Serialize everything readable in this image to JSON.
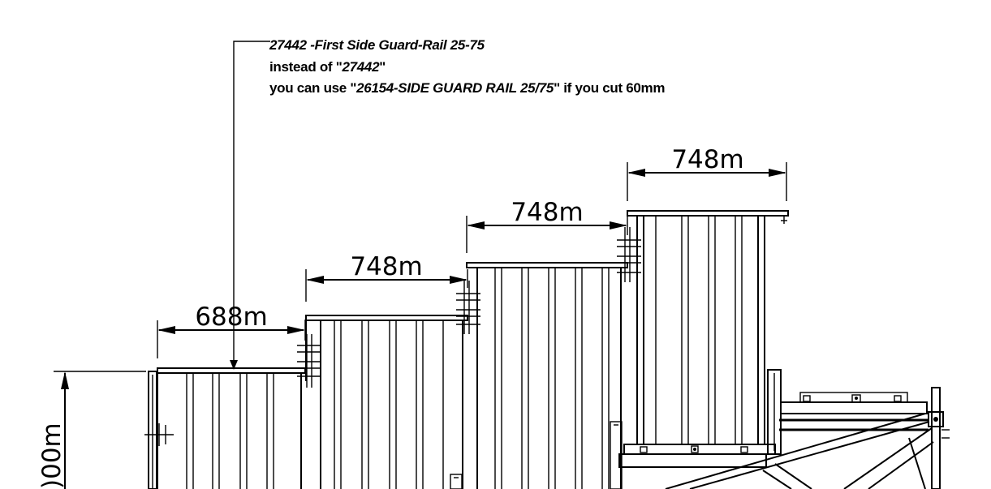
{
  "notes": {
    "line1": "27442 -First Side Guard-Rail 25-75",
    "line2_prefix": "instead of \"",
    "line2_code": "27442",
    "line2_suffix": "\"",
    "line3_prefix": "you can use \"",
    "line3_code": "26154-SIDE GUARD RAIL 25/75",
    "line3_suffix": "\" if you cut 60mm"
  },
  "dimensions": {
    "step1": "688m",
    "step2": "748m",
    "step3": "748m",
    "step4": "748m",
    "height_partial": ")00m"
  }
}
